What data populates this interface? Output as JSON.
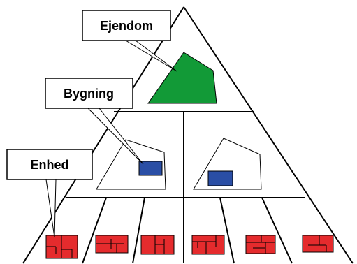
{
  "labels": {
    "property": "Ejendom",
    "building": "Bygning",
    "unit": "Enhed"
  },
  "colors": {
    "property_fill": "#129a37",
    "building_fill": "#2a4ea5",
    "unit_fill": "#e52b2d",
    "line": "#000000",
    "background": "#ffffff"
  },
  "hierarchy": [
    {
      "level": "property",
      "count": 1
    },
    {
      "level": "building",
      "count": 2
    },
    {
      "level": "unit",
      "count": 6
    }
  ]
}
